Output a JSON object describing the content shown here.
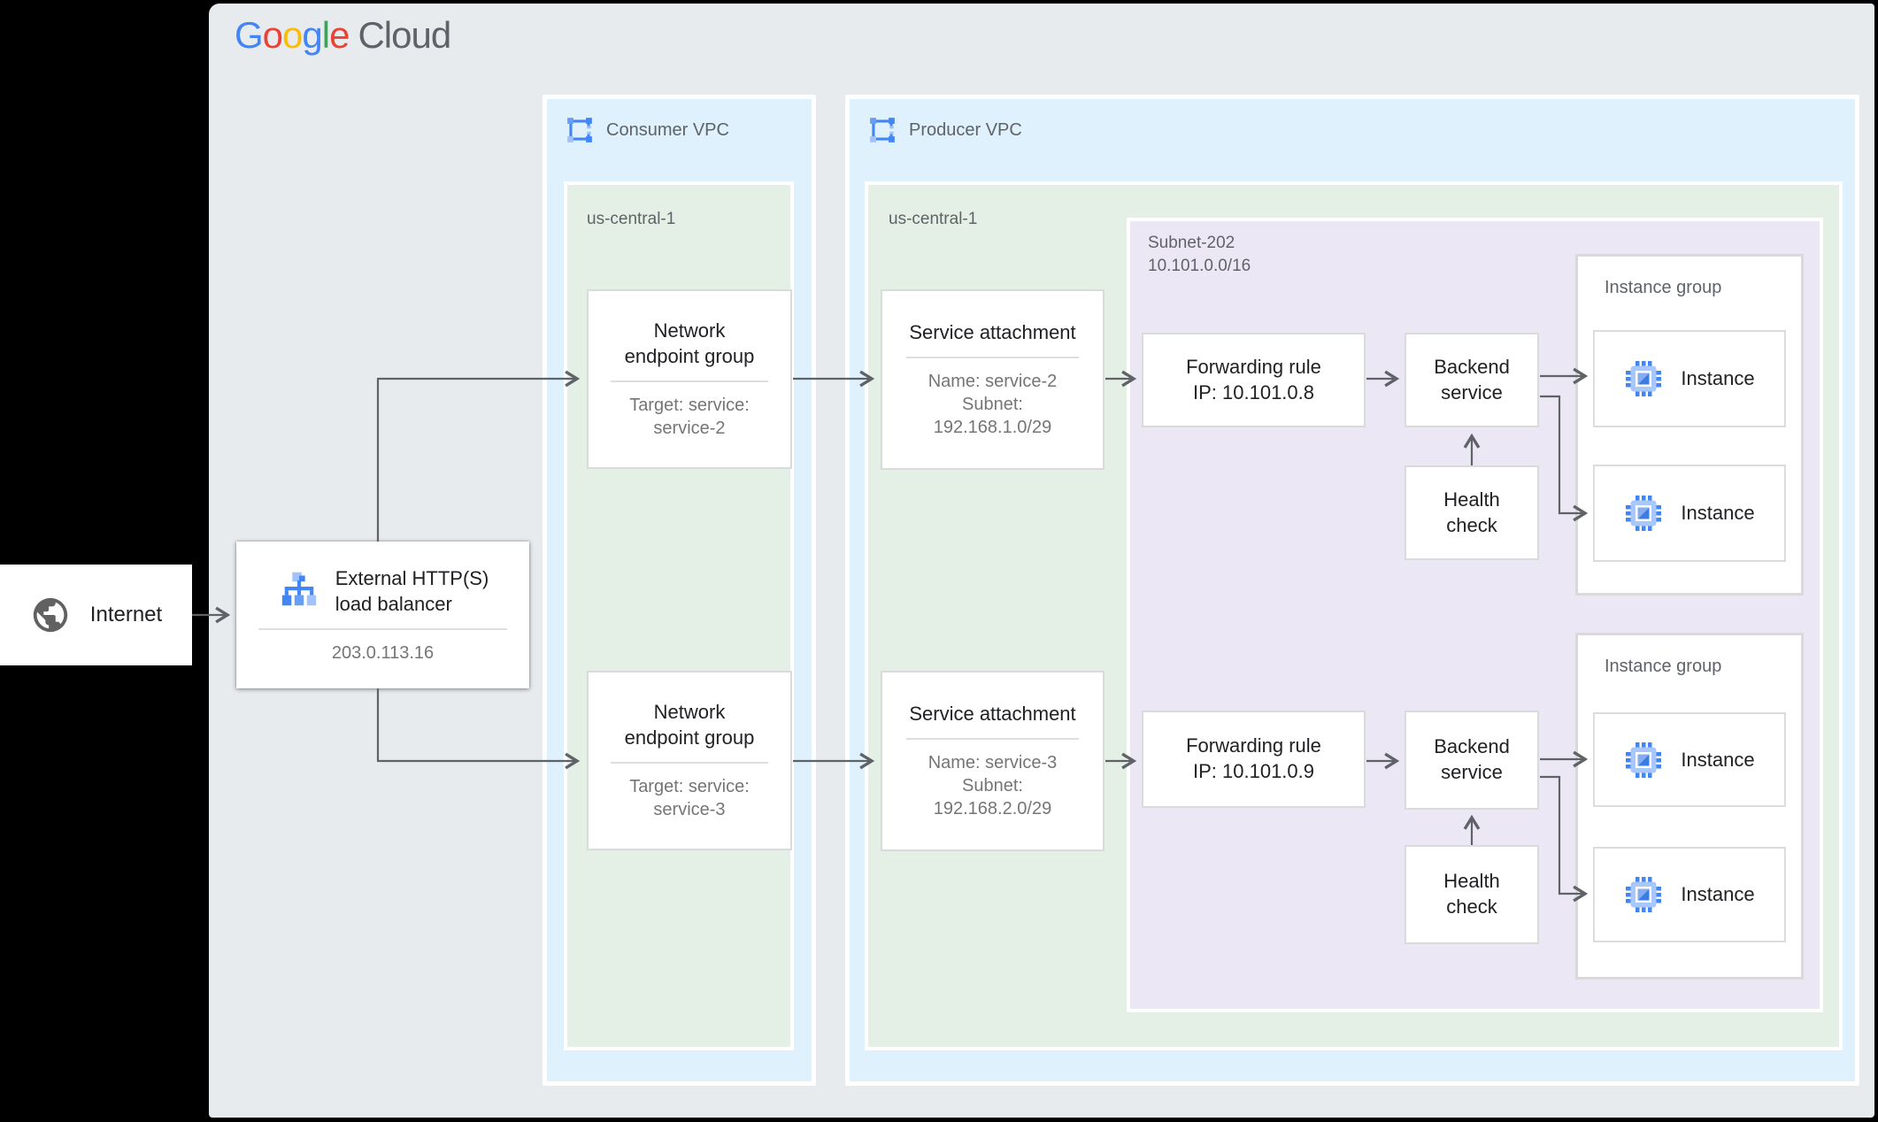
{
  "brand": {
    "google_letters": [
      {
        "ch": "G",
        "color": "#4285F4"
      },
      {
        "ch": "o",
        "color": "#EA4335"
      },
      {
        "ch": "o",
        "color": "#FBBC05"
      },
      {
        "ch": "g",
        "color": "#4285F4"
      },
      {
        "ch": "l",
        "color": "#34A853"
      },
      {
        "ch": "e",
        "color": "#EA4335"
      }
    ],
    "cloud": "Cloud",
    "cloud_color": "#5F6368"
  },
  "internet": {
    "label": "Internet"
  },
  "load_balancer": {
    "title": "External HTTP(S)\nload balancer",
    "ip": "203.0.113.16"
  },
  "consumer_vpc": {
    "label": "Consumer VPC",
    "region": {
      "label": "us-central-1",
      "endpoint_groups": [
        {
          "title": "Network\nendpoint group",
          "detail": "Target: service:\nservice-2"
        },
        {
          "title": "Network\nendpoint group",
          "detail": "Target: service:\nservice-3"
        }
      ]
    }
  },
  "producer_vpc": {
    "label": "Producer VPC",
    "region": {
      "label": "us-central-1",
      "service_attachments": [
        {
          "title": "Service attachment",
          "detail": "Name: service-2\nSubnet:\n192.168.1.0/29"
        },
        {
          "title": "Service attachment",
          "detail": "Name: service-3\nSubnet:\n192.168.2.0/29"
        }
      ],
      "subnet": {
        "label": "Subnet-202\n10.101.0.0/16",
        "forwarding_rules": [
          {
            "label": "Forwarding rule\nIP: 10.101.0.8"
          },
          {
            "label": "Forwarding rule\nIP: 10.101.0.9"
          }
        ],
        "backend_services": [
          {
            "label": "Backend\nservice"
          },
          {
            "label": "Backend\nservice"
          }
        ],
        "health_checks": [
          {
            "label": "Health\ncheck"
          },
          {
            "label": "Health\ncheck"
          }
        ],
        "instance_groups": [
          {
            "label": "Instance group",
            "instances": [
              {
                "label": "Instance"
              },
              {
                "label": "Instance"
              }
            ]
          },
          {
            "label": "Instance group",
            "instances": [
              {
                "label": "Instance"
              },
              {
                "label": "Instance"
              }
            ]
          }
        ]
      }
    }
  },
  "colors": {
    "vpc_fill": "#DFF1FC",
    "region_fill": "#E4F0E6",
    "subnet_fill": "#ECE7F5",
    "panel_bg": "#E8EBEE",
    "arrow": "#5F6368",
    "accent_blue": "#4285F4",
    "accent_blue_light": "#A1C2FA"
  }
}
